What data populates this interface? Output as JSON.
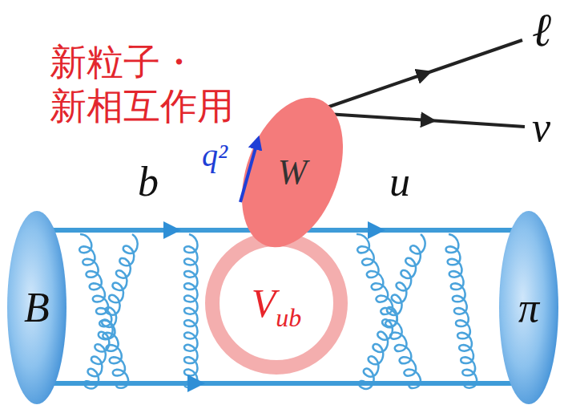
{
  "diagram": {
    "nodes": [
      {
        "text": [
          "W"
        ]
      },
      {
        "text": [
          "B"
        ]
      },
      {
        "text": [
          "V",
          "ub"
        ]
      },
      {
        "text": [
          "π"
        ]
      }
    ],
    "edges": [
      {
        "from": 1,
        "to": 3,
        "arrow": "to"
      },
      {
        "from": 1,
        "to": 3,
        "arrow": "to"
      }
    ],
    "labels": [
      "新粒子・ 新相互作用",
      "q²",
      "ℓ",
      "ν",
      "b",
      "u"
    ]
  }
}
